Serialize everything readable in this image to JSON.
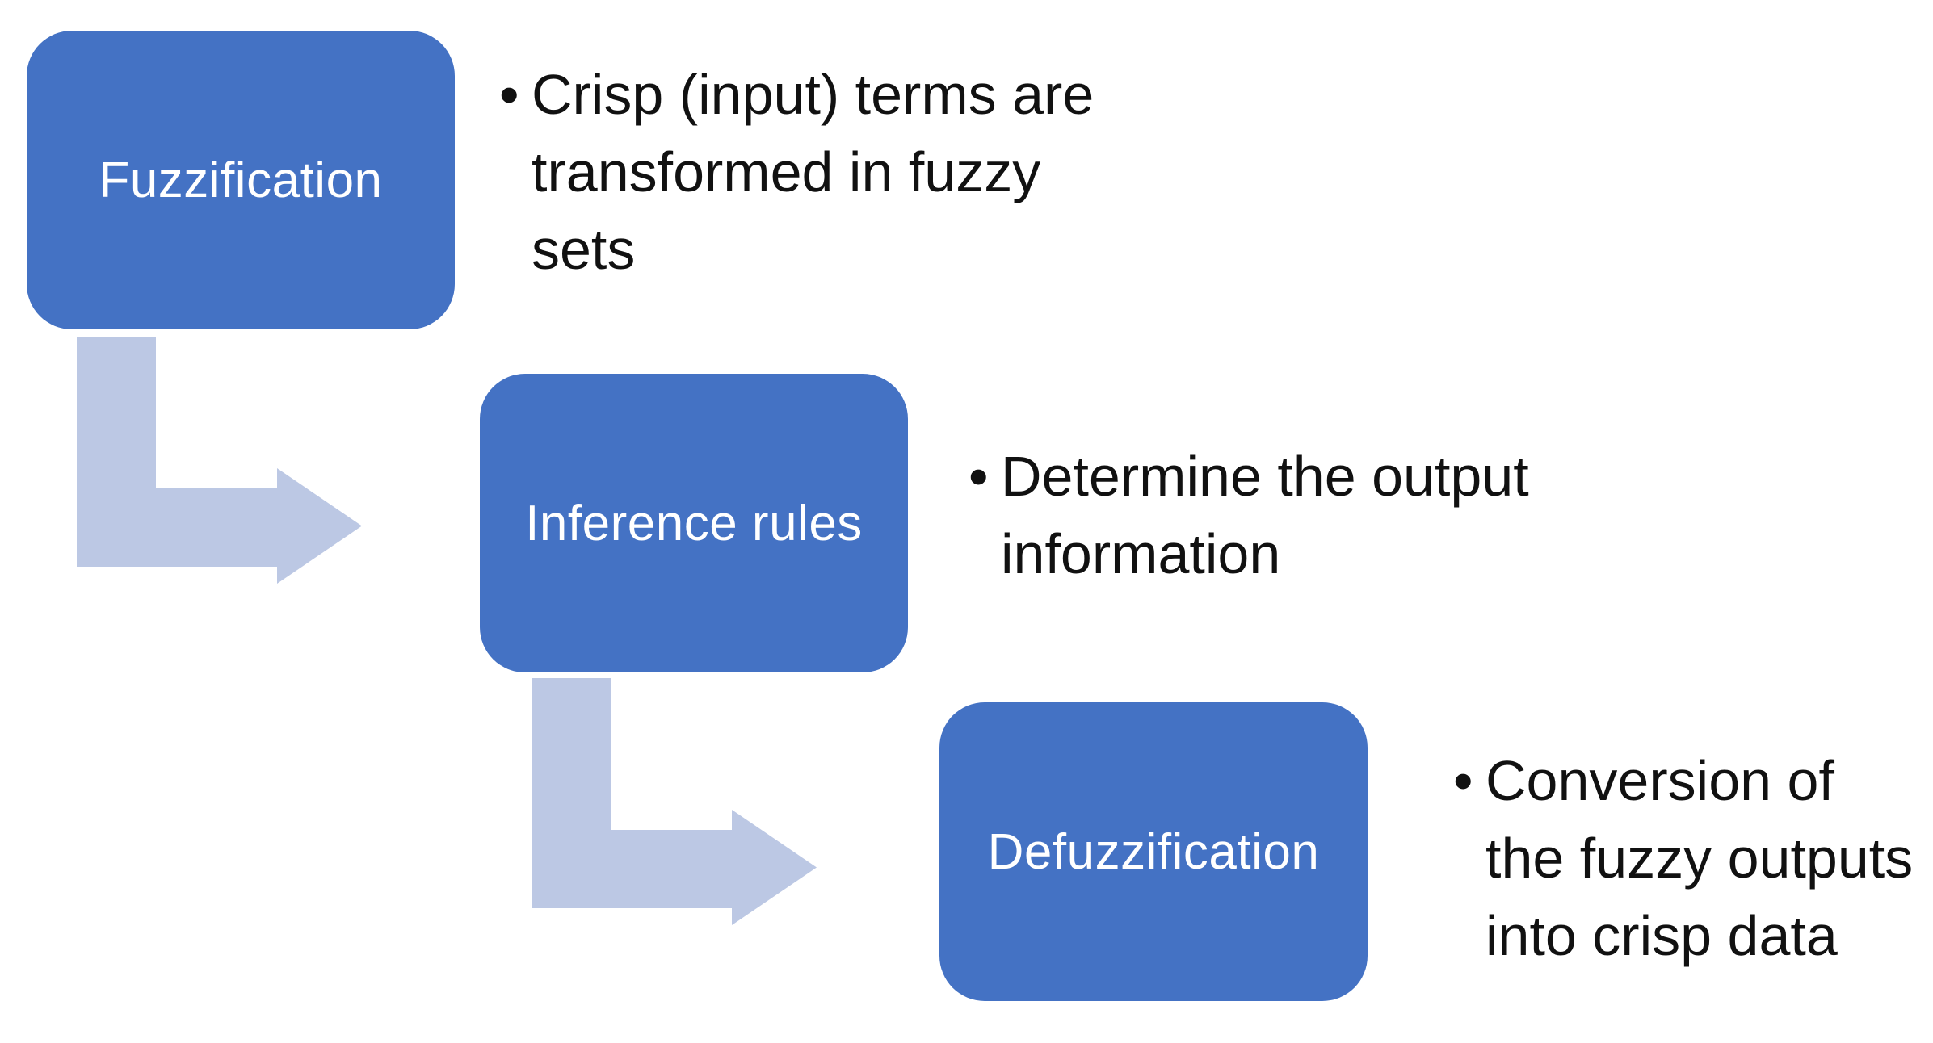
{
  "diagram": {
    "bullet_marker": "•",
    "colors": {
      "background": "#ffffff",
      "box_fill": "#4472c4",
      "box_label": "#ffffff",
      "arrow_fill": "#bcc8e4",
      "bullet_text": "#111111"
    },
    "steps": [
      {
        "label": "Fuzzification",
        "bullet_lines": [
          "Crisp (input) terms are",
          "transformed in fuzzy",
          "sets"
        ]
      },
      {
        "label": "Inference rules",
        "bullet_lines": [
          "Determine the output",
          "information"
        ]
      },
      {
        "label": "Defuzzification",
        "bullet_lines": [
          "Conversion of",
          "the fuzzy outputs",
          "into crisp data"
        ]
      }
    ]
  }
}
